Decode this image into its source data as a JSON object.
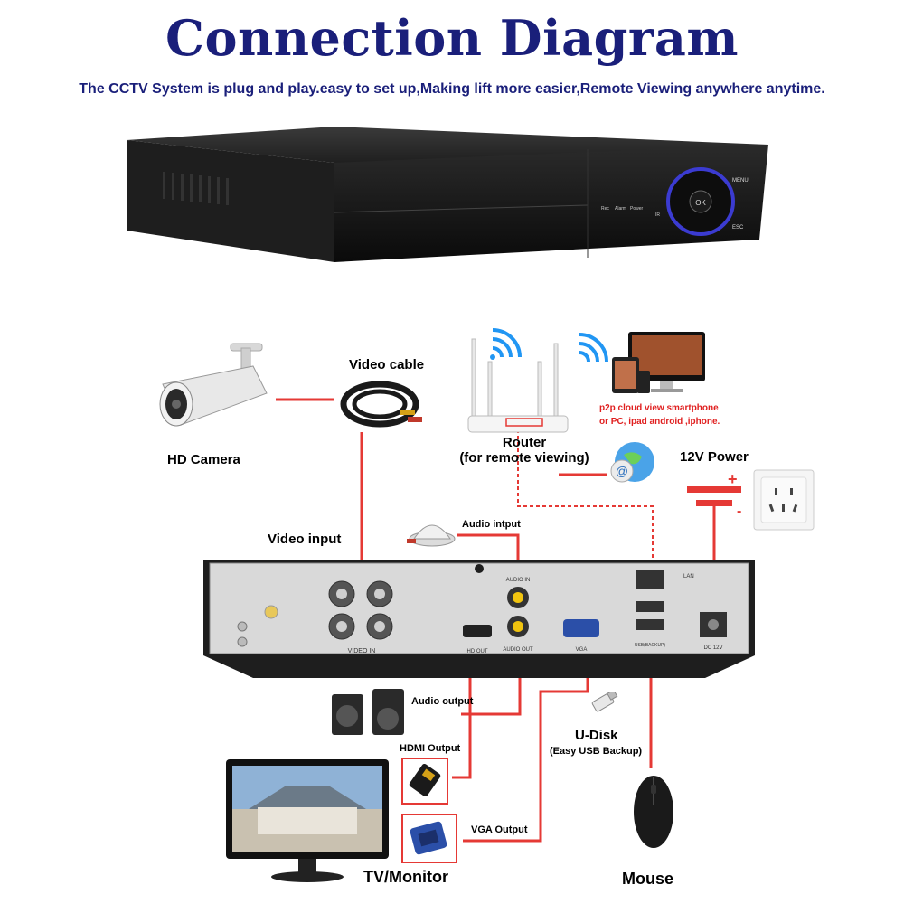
{
  "header": {
    "title": "Connection Diagram",
    "subtitle": "The CCTV System is plug and play.easy to set up,Making lift more easier,Remote Viewing anywhere anytime."
  },
  "dvr_front": {
    "panel_labels": [
      "Rec",
      "Alarm",
      "Power",
      "IR"
    ],
    "buttons": [
      "OK",
      "MENU",
      "ESC"
    ]
  },
  "labels": {
    "video_cable": "Video cable",
    "hd_camera": "HD Camera",
    "router": "Router",
    "router_sub": "(for remote viewing)",
    "p2p_line1": "p2p cloud  view smartphone",
    "p2p_line2": "or PC, ipad android ,iphone.",
    "power": "12V Power",
    "video_input": "Video input",
    "audio_input": "Audio intput",
    "audio_output": "Audio output",
    "hdmi_output": "HDMI Output",
    "vga_output": "VGA Output",
    "u_disk": "U-Disk",
    "u_disk_sub": "(Easy USB Backup)",
    "tv_monitor": "TV/Monitor",
    "mouse": "Mouse"
  },
  "dvr_back": {
    "video_in": "VIDEO IN",
    "audio_in": "AUDIO IN",
    "audio_out": "AUDIO OUT",
    "hd_out": "HD OUT",
    "vga": "VGA",
    "lan": "LAN",
    "usb": "USB(BACKUP)",
    "dc": "DC 12V"
  },
  "colors": {
    "title": "#1a1f7a",
    "wire": "#e53935",
    "highlight": "#e53935",
    "dvr_body": "#1c1c1c",
    "panel": "#d9d9d9"
  }
}
